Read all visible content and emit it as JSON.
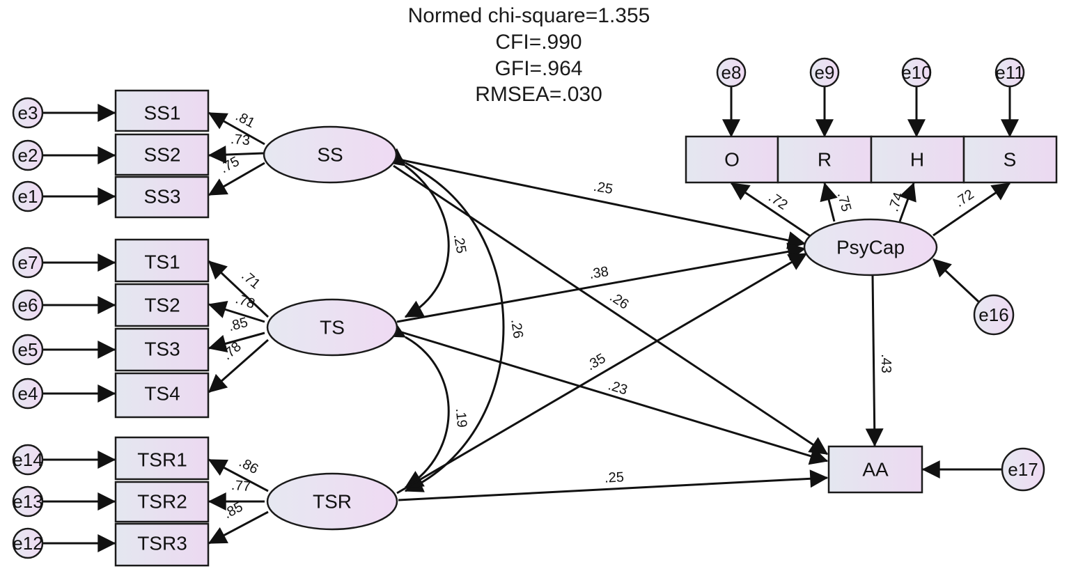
{
  "fit": {
    "line1": "Normed chi-square=1.355",
    "line2": "CFI=.990",
    "line3": "GFI=.964",
    "line4": "RMSEA=.030"
  },
  "latents": {
    "SS": "SS",
    "TS": "TS",
    "TSR": "TSR",
    "PsyCap": "PsyCap"
  },
  "indicators": {
    "SS1": "SS1",
    "SS2": "SS2",
    "SS3": "SS3",
    "TS1": "TS1",
    "TS2": "TS2",
    "TS3": "TS3",
    "TS4": "TS4",
    "TSR1": "TSR1",
    "TSR2": "TSR2",
    "TSR3": "TSR3",
    "O": "O",
    "R": "R",
    "H": "H",
    "S": "S",
    "AA": "AA"
  },
  "errors": {
    "e1": "e1",
    "e2": "e2",
    "e3": "e3",
    "e4": "e4",
    "e5": "e5",
    "e6": "e6",
    "e7": "e7",
    "e8": "e8",
    "e9": "e9",
    "e10": "e10",
    "e11": "e11",
    "e12": "e12",
    "e13": "e13",
    "e14": "e14",
    "e16": "e16",
    "e17": "e17"
  },
  "loadings": {
    "SS_SS1": ".81",
    "SS_SS2": ".73",
    "SS_SS3": ".75",
    "TS_TS1": ".71",
    "TS_TS2": ".78",
    "TS_TS3": ".85",
    "TS_TS4": ".78",
    "TSR_TSR1": ".86",
    "TSR_TSR2": ".77",
    "TSR_TSR3": ".85",
    "PsyCap_O": ".72",
    "PsyCap_R": ".75",
    "PsyCap_H": ".74",
    "PsyCap_S": ".72"
  },
  "covariances": {
    "SS_TS": ".25",
    "SS_TSR": ".26",
    "TS_TSR": ".19"
  },
  "structural": {
    "SS_PsyCap": ".25",
    "TS_PsyCap": ".38",
    "SS_AA": ".26",
    "TSR_PsyCap": ".35",
    "TS_AA": ".23",
    "TSR_AA": ".25",
    "PsyCap_AA": ".43"
  }
}
